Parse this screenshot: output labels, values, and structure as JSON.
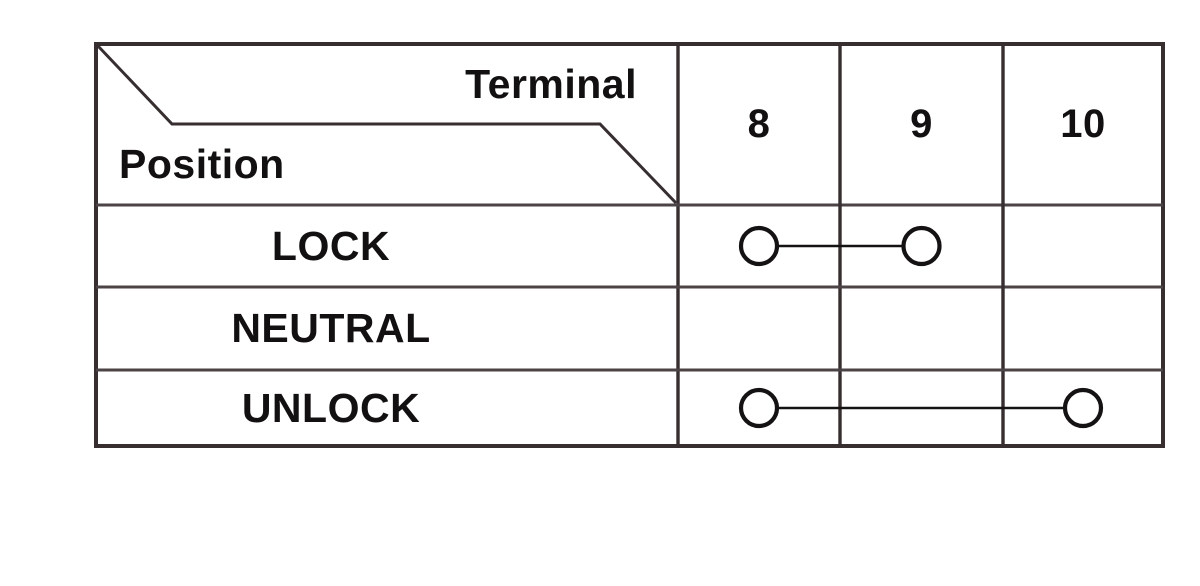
{
  "diagram": {
    "title": "door-lock-switch-continuity-table",
    "corner": {
      "terminal_label": "Terminal",
      "position_label": "Position"
    },
    "terminals": [
      "8",
      "9",
      "10"
    ],
    "positions": [
      "LOCK",
      "NEUTRAL",
      "UNLOCK"
    ],
    "connections": [
      {
        "position": "LOCK",
        "from": "8",
        "to": "9"
      },
      {
        "position": "UNLOCK",
        "from": "8",
        "to": "10"
      }
    ],
    "colors": {
      "background": "#ffffff",
      "grid": "#362e2f",
      "grid_light": "#4b4344",
      "text": "#121011",
      "symbol": "#141212"
    }
  }
}
